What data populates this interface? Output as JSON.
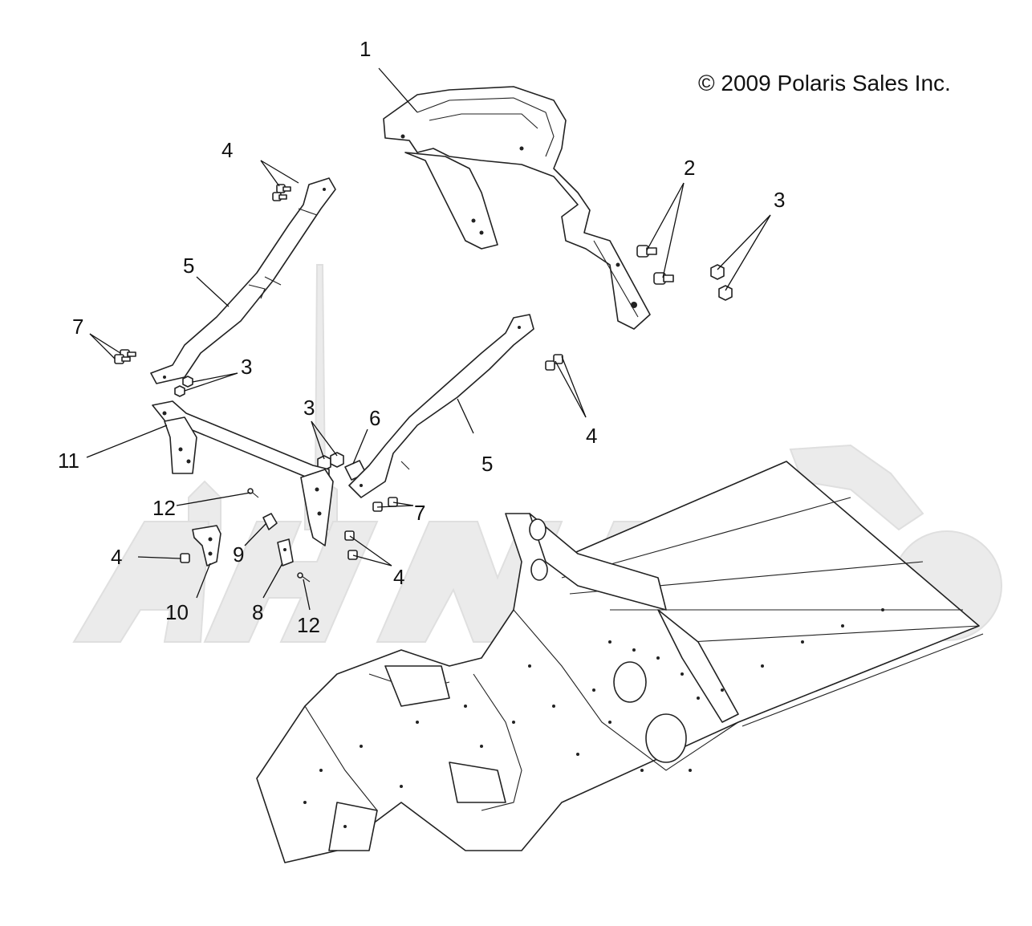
{
  "copyright": "© 2009 Polaris Sales Inc.",
  "callouts": [
    {
      "id": "c1",
      "label": "1"
    },
    {
      "id": "c2",
      "label": "2"
    },
    {
      "id": "c3a",
      "label": "3"
    },
    {
      "id": "c4a",
      "label": "4"
    },
    {
      "id": "c5a",
      "label": "5"
    },
    {
      "id": "c7a",
      "label": "7"
    },
    {
      "id": "c3b",
      "label": "3"
    },
    {
      "id": "c4b",
      "label": "4"
    },
    {
      "id": "c3c",
      "label": "3"
    },
    {
      "id": "c6",
      "label": "6"
    },
    {
      "id": "c5b",
      "label": "5"
    },
    {
      "id": "c11",
      "label": "11"
    },
    {
      "id": "c12a",
      "label": "12"
    },
    {
      "id": "c7b",
      "label": "7"
    },
    {
      "id": "c4c",
      "label": "4"
    },
    {
      "id": "c9",
      "label": "9"
    },
    {
      "id": "c4d",
      "label": "4"
    },
    {
      "id": "c10",
      "label": "10"
    },
    {
      "id": "c8",
      "label": "8"
    },
    {
      "id": "c12b",
      "label": "12"
    }
  ]
}
